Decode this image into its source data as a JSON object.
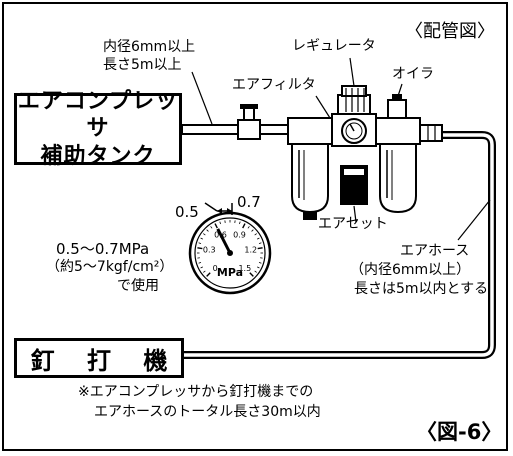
{
  "title": "〈配管図〉",
  "figure_label": "〈図-6〉",
  "hose_spec": {
    "line1": "内径6mm以上",
    "line2": "長さ5m以上"
  },
  "regulator_label": "レギュレータ",
  "oiler_label": "オイラ",
  "filter_label": "エアフィルタ",
  "air_set_label": "エアセット",
  "air_hose": {
    "line1": "エアホース",
    "line2": "（内径6mm以上）",
    "line3": "長さは5m以内とする"
  },
  "compressor": {
    "line1": "エアコンプレッサ",
    "line2": "補助タンク"
  },
  "nailer": "釘 打 機",
  "gauge": {
    "range_low": "0.5",
    "range_high": "0.7",
    "unit": "MPa",
    "ticks": [
      "0",
      "0.3",
      "0.6",
      "0.9",
      "1.2",
      "1.5"
    ],
    "needle_value": 0.6,
    "max_value": 1.5
  },
  "pressure_note": {
    "line1": "0.5〜0.7MPa",
    "line2": "（約5〜7kgf/cm²）",
    "line3": "で使用"
  },
  "length_note": {
    "line1": "※エアコンプレッサから釘打機までの",
    "line2": "エアホースのトータル長さ30m以内"
  }
}
